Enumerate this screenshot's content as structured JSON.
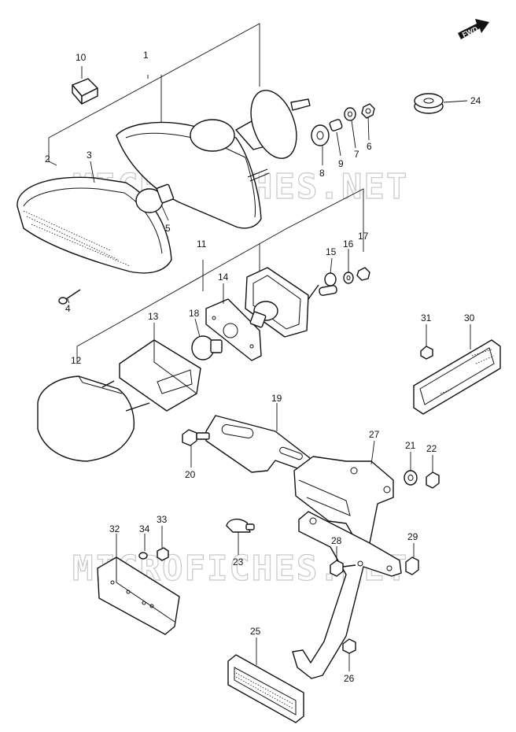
{
  "watermark": "MICROFICHES.NET",
  "fwd_label": "FWD",
  "callouts": [
    "1",
    "2",
    "3",
    "4",
    "5",
    "6",
    "7",
    "8",
    "9",
    "10",
    "11",
    "12",
    "13",
    "14",
    "15",
    "16",
    "17",
    "18",
    "19",
    "20",
    "21",
    "22",
    "23",
    "24",
    "25",
    "26",
    "27",
    "28",
    "29",
    "30",
    "31",
    "32",
    "33",
    "34"
  ]
}
